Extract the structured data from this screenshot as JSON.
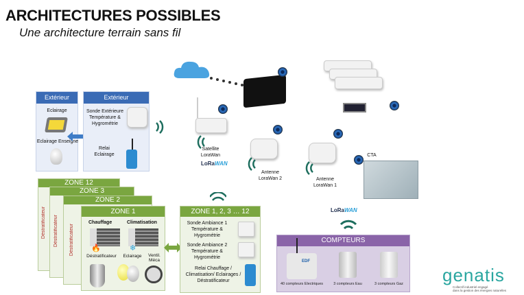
{
  "header": {
    "title": "ARCHITECTURES POSSIBLES",
    "subtitle": "Une architecture terrain sans fil"
  },
  "exterieur1": {
    "title": "Extérieur",
    "items": [
      "Eclairage",
      "Eclairage Enseigne"
    ]
  },
  "exterieur2": {
    "title": "Extérieur",
    "sonde": "Sonde Extérieure Température & Hygrométrie",
    "relai": "Relai Eclairage"
  },
  "network": {
    "satellite": "Satellite LoraWan",
    "antenne2": "Antenne LoraWan 2",
    "antenne1": "Antenne LoraWan 1",
    "cta": "CTA",
    "lora_logo_a": "LoRa",
    "lora_logo_b": "WAN"
  },
  "zones": {
    "stack": [
      "ZONE 12",
      "ZONE 3",
      "ZONE 2"
    ],
    "zone1": {
      "title": "ZONE 1",
      "chauffage": "Chauffage",
      "climatisation": "Climatisation",
      "destrat": "Déstratificateur",
      "eclairage": "Eclairage",
      "ventil": "Ventil. Méca"
    },
    "partial_label": "Déstratificateur"
  },
  "zone_all": {
    "title": "ZONE 1, 2, 3 … 12",
    "sonde1": "Sonde Ambiance 1 Température & Hygrométrie",
    "sonde2": "Sonde Ambiance 2 Température & Hygrométrie",
    "relai": "Relai Chauffage / Climatisation/ Eclairages / Déstratificateur"
  },
  "compteurs": {
    "title": "COMPTEURS",
    "edf": "EDF",
    "items": [
      "40 compteurs Electriques",
      "3 compteurs Eau",
      "3 compteurs Gaz"
    ]
  },
  "brand": {
    "name": "genatis",
    "tagline1": "Collectif industriel engagé",
    "tagline2": "dans la gestion des énergies naturelles"
  },
  "colors": {
    "blue": "#3a6bb5",
    "green": "#7aa640",
    "purple": "#8a64a8",
    "teal": "#1e6e5e",
    "genatis": "#2aa6a0"
  }
}
